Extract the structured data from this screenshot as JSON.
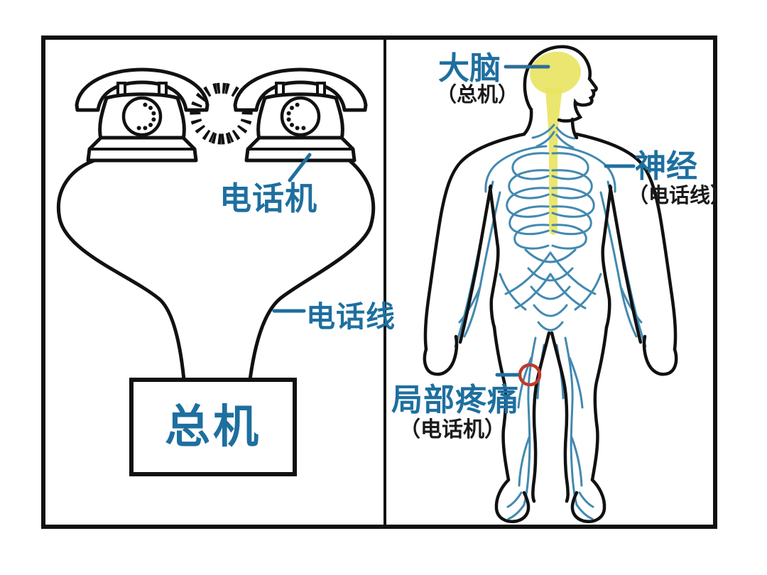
{
  "left_panel": {
    "telephone_label": "电话机",
    "line_label": "电话线",
    "switchboard_label": "总机"
  },
  "right_panel": {
    "brain_label": "大脑",
    "brain_sub": "（总机）",
    "nerve_label": "神经",
    "nerve_sub": "（电话线）",
    "pain_label": "局部疼痛",
    "pain_sub": "（电话机）"
  },
  "colors": {
    "label_teal": "#1e6f9f",
    "sub_label_dark": "#1a1a1a",
    "nerve_blue": "#4289b0",
    "brain_yellow": "#e9e463",
    "outline_black": "#111111",
    "pain_circle_red": "#c0392b"
  }
}
